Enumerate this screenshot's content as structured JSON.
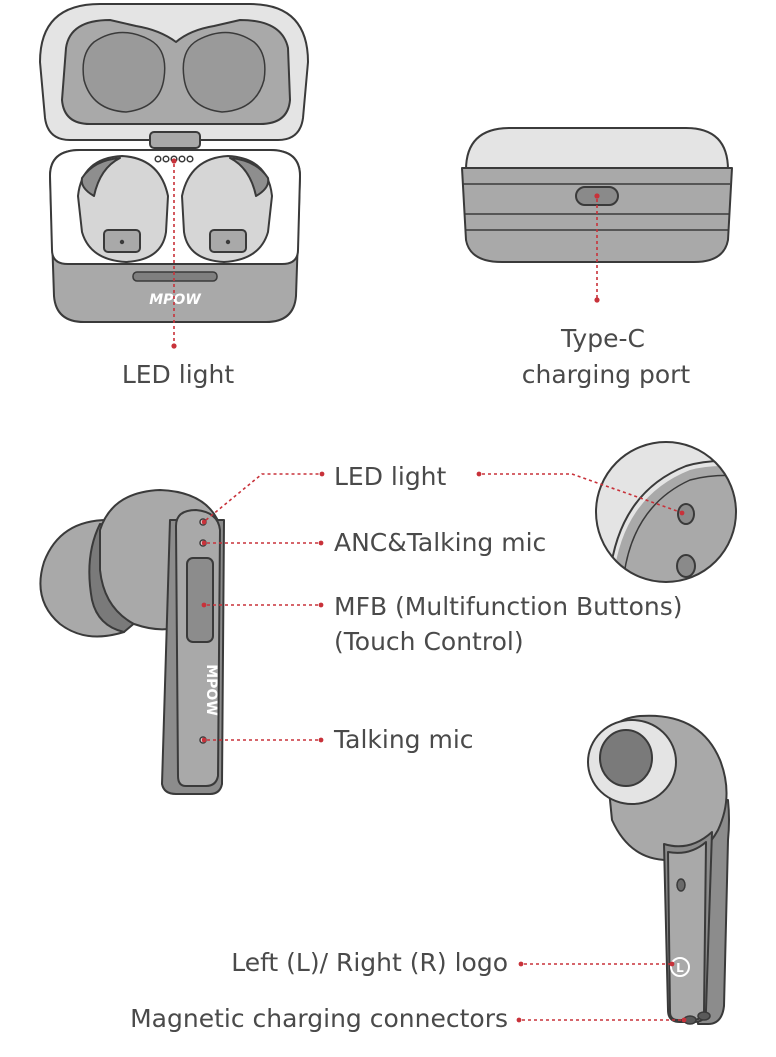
{
  "case": {
    "brand_logo": "MPOW",
    "led_label": "LED light",
    "port_label_line1": "Type-C",
    "port_label_line2": "charging port"
  },
  "earbud": {
    "brand_logo": "MPOW",
    "led_label": "LED light",
    "anc_label": "ANC&Talking mic",
    "mfb_label_line1": "MFB (Multifunction Buttons)",
    "mfb_label_line2": "(Touch Control)",
    "talking_mic_label": "Talking mic",
    "lr_logo_label": "Left (L)/ Right (R) logo",
    "lr_logo_glyph": "L",
    "connectors_label": "Magnetic charging connectors"
  },
  "colors": {
    "leader_line": "#c8323a",
    "body_gray": "#a9a9a9",
    "light_gray": "#e4e4e4",
    "dark_gray": "#7f7f7f",
    "text": "#4a4a4a"
  }
}
